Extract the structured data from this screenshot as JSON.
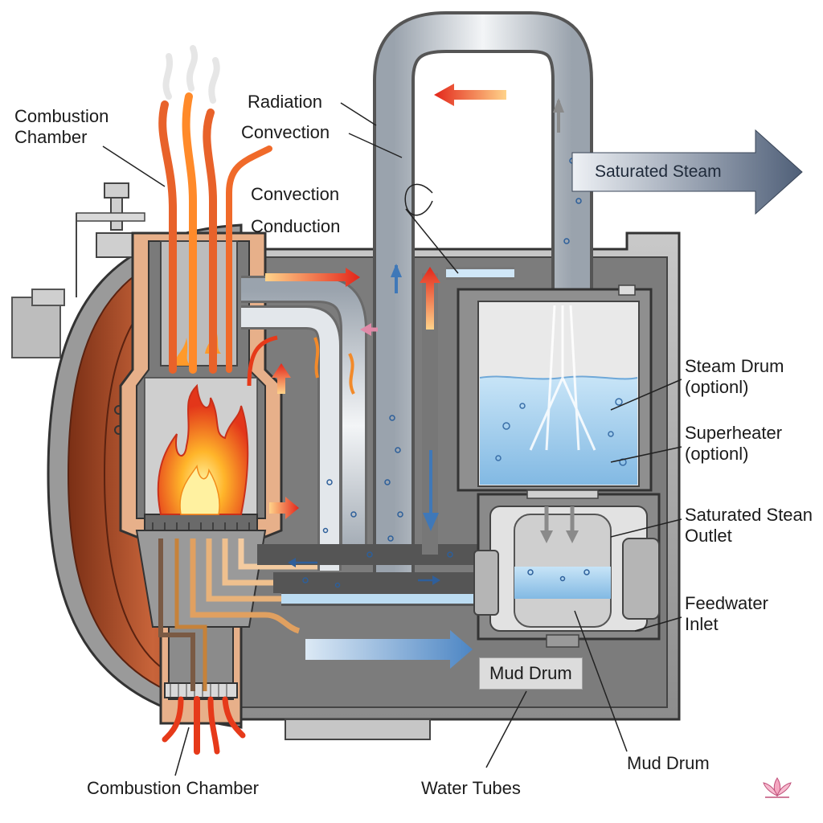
{
  "labels": {
    "combustion_chamber_top": [
      "Combustion",
      "Chamber"
    ],
    "radiation": "Radiation",
    "convection_1": "Convection",
    "convection_2": "Convection",
    "conduction": "Conduction",
    "saturated_steam": "Saturated Steam",
    "steam_drum": [
      "Steam Drum",
      "(optionl)"
    ],
    "superheater": [
      "Superheater",
      "(optionl)"
    ],
    "saturated_steam_outlet": [
      "Saturated Stean",
      "Outlet"
    ],
    "feedwater_inlet": [
      "Feedwater",
      "Inlet"
    ],
    "mud_drum_box": "Mud Drum",
    "mud_drum_bottom": "Mud Drum",
    "combustion_chamber_bottom": "Combustion Chamber",
    "water_tubes": "Water Tubes"
  },
  "colors": {
    "shell": "#a9a9a9",
    "shell_dark": "#6f6f6f",
    "refractory": "#b24a26",
    "water": "#a9d3f0",
    "water_dark": "#6fa8d8",
    "flame": "#ff7a1a",
    "flame_core": "#ffd54a",
    "hot_arrow": "#e53a1a",
    "steam_arrow": "#5c6b80"
  },
  "icons": {
    "logo": "lotus-logo-icon"
  }
}
